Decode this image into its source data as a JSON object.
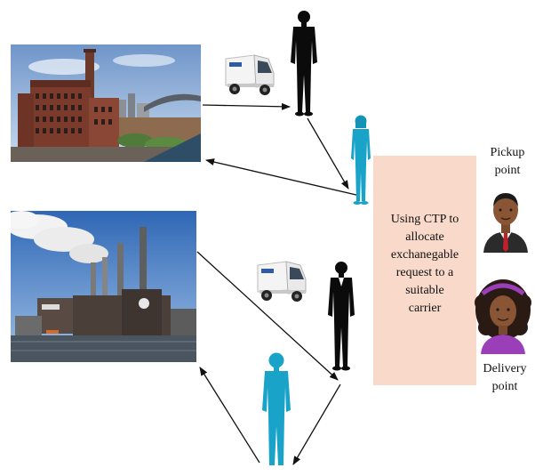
{
  "ctp_box": {
    "lines": [
      "Using  CTP to",
      "allocate",
      "exchanegable",
      "request to a",
      "suitable",
      "carrier"
    ]
  },
  "pickup": {
    "line1": "Pickup",
    "line2": "point"
  },
  "delivery": {
    "line1": "Delivery",
    "line2": "point"
  },
  "colors": {
    "carrier_figure": "#1aa3c8",
    "ctp_box_bg": "#f8d9ca",
    "business_figure": "#0b0b0b"
  }
}
